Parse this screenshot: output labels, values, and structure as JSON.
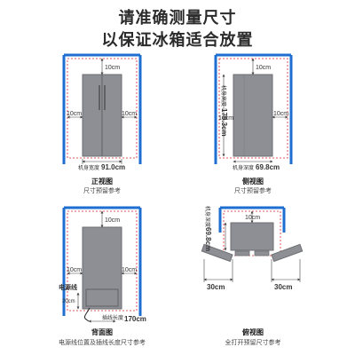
{
  "header": {
    "title_line1": "请准确测量尺寸",
    "title_line2": "以保证冰箱适合放置"
  },
  "front": {
    "top_gap": "10cm",
    "left_gap": "10cm",
    "right_gap": "10cm",
    "width_label": "机身宽度",
    "width_value": "91.0cm",
    "caption": "正视图",
    "subcaption": "尺寸预留参考"
  },
  "side": {
    "top_gap": "10cm",
    "left_gap": "10cm",
    "right_gap": "10cm",
    "height_label": "机身高度",
    "height_value": "179.3cm",
    "depth_label": "机身深度",
    "depth_value": "69.8cm",
    "caption": "侧视图",
    "subcaption": "尺寸预留参考"
  },
  "back": {
    "top_gap": "10cm",
    "left_gap": "10cm",
    "right_gap": "10cm",
    "cord_title": "电源线",
    "cord_gap": "20cm",
    "cord_length_label": "插线长度",
    "cord_length_value": "170cm",
    "caption": "背面图",
    "subcaption": "电源线位置及插线长度尺寸参考"
  },
  "top_view": {
    "back_gap": "10cm",
    "depth_label": "机身深度",
    "depth_value": "69.8cm",
    "left_swing": "30cm",
    "right_swing": "30cm",
    "caption": "俯视图",
    "subcaption": "全打开预留尺寸参考"
  },
  "colors": {
    "wall": "#1e6fd1",
    "frame": "#d8262e",
    "fridge": "#8d8f94",
    "fridge_edge": "#6c6e72",
    "text": "#333333"
  }
}
